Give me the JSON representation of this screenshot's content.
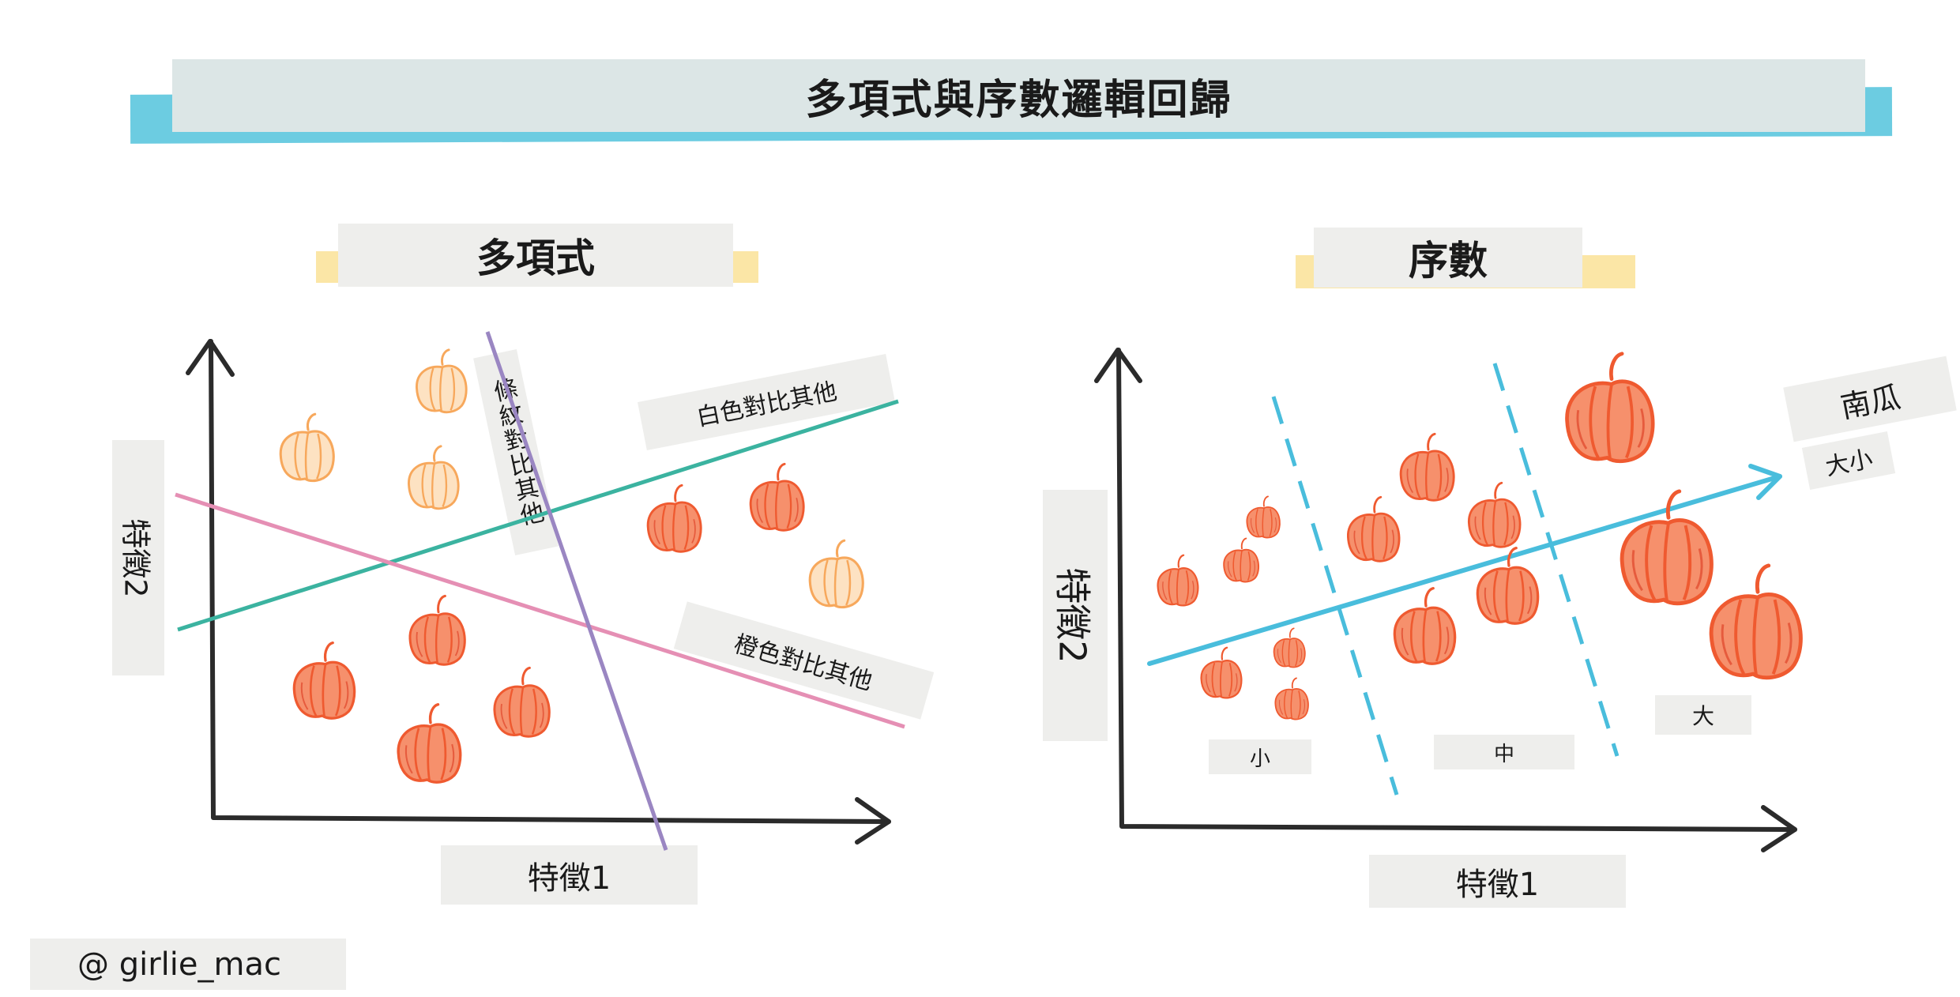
{
  "title": "多項式與序數邏輯回歸",
  "credit": "@ girlie_mac",
  "multinomial": {
    "heading": "多項式",
    "y_axis_label": "特徵2",
    "x_axis_label": "特徵1",
    "line_labels": {
      "striped": "條紋對比其他",
      "white": "白色對比其他",
      "orange": "橙色對比其他"
    }
  },
  "ordinal": {
    "heading": "序數",
    "y_axis_label": "特徵2",
    "x_axis_label": "特徵1",
    "arrow_label_1": "南瓜",
    "arrow_label_2": "大小",
    "classes": {
      "small": "小",
      "medium": "中",
      "large": "大"
    }
  },
  "colors": {
    "title_bg": "#dce6e6",
    "title_band": "#5cc6de",
    "label_bg": "#eeeeec",
    "heading_band": "#fbe6a6",
    "axis": "#2b2b2b",
    "teal_line": "#3bb3a0",
    "pink_line": "#e58fb4",
    "purple_line": "#9a86c2",
    "blue": "#49bddc",
    "pumpkin_orange": "#ef5a30",
    "pumpkin_light": "#f7a85c"
  },
  "icons": [
    "pumpkin-icon"
  ]
}
